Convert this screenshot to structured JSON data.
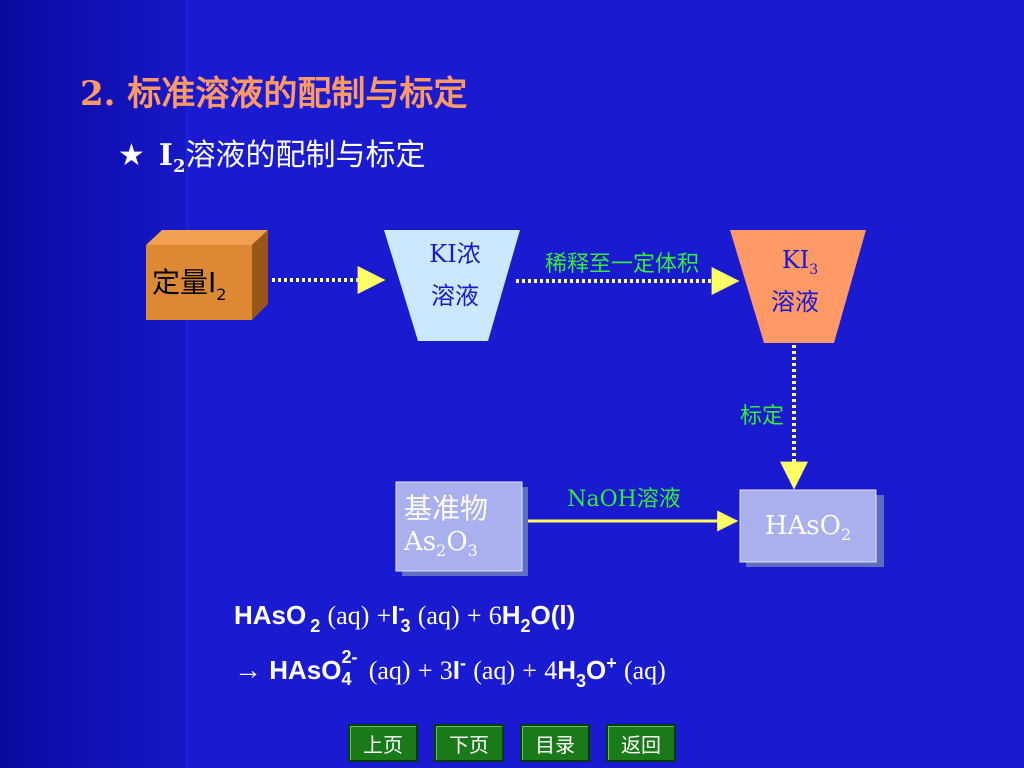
{
  "title": "2. 标准溶液的配制与标定",
  "subtitle": {
    "star": "★",
    "main": "I",
    "sub": "2",
    "rest": "溶液的配制与标定"
  },
  "boxes": {
    "start": {
      "main": "定量I",
      "sub": "2"
    },
    "ki_conc": {
      "line1": "KI浓",
      "line2": "溶液"
    },
    "ki3": {
      "line1": "KI",
      "line1_sub": "3",
      "line2": "溶液"
    },
    "standard": {
      "line1": "基准物",
      "line2": "As",
      "sub1": "2",
      "mid": "O",
      "sub2": "3"
    },
    "haso2": {
      "main": "HAsO",
      "sub": "2"
    }
  },
  "labels": {
    "dilute": "稀释至一定体积",
    "calibrate": "标定",
    "naoh": "NaOH溶液"
  },
  "equations": {
    "line1": {
      "a": "HAsO",
      "a_sub": "2",
      "aq1": "(aq)",
      "plus1": "+",
      "b": "I",
      "b_sup": "-",
      "b_sub": "3",
      "aq2": "(aq)",
      "plus2": "+",
      "c_coef": "6",
      "c": "H",
      "c_sub": "2",
      "c_tail": "O(l)"
    },
    "line2": {
      "arrow": "→",
      "a": "HAsO",
      "a_sup": "2-",
      "a_sub": "4",
      "aq1": "(aq)",
      "plus1": "+",
      "b_coef": "3",
      "b": "I",
      "b_sup": "-",
      "aq2": "(aq)",
      "plus2": "+",
      "c_coef": "4",
      "c": "H",
      "c_sub": "3",
      "c_tail": "O",
      "c_sup": "+",
      "aq3": "(aq)"
    }
  },
  "nav": {
    "prev": "上页",
    "next": "下页",
    "toc": "目录",
    "back": "返回"
  },
  "colors": {
    "background": "#1a1ad0",
    "title": "#ff9966",
    "label_green": "#33ee33",
    "arrow_yellow": "#ffff66",
    "ki_box": "#cce8ff",
    "ki3_box": "#ff9966",
    "start_box": "#dd8833",
    "lavender_box": "#aab0ee",
    "nav_green": "#1a7a1a"
  }
}
